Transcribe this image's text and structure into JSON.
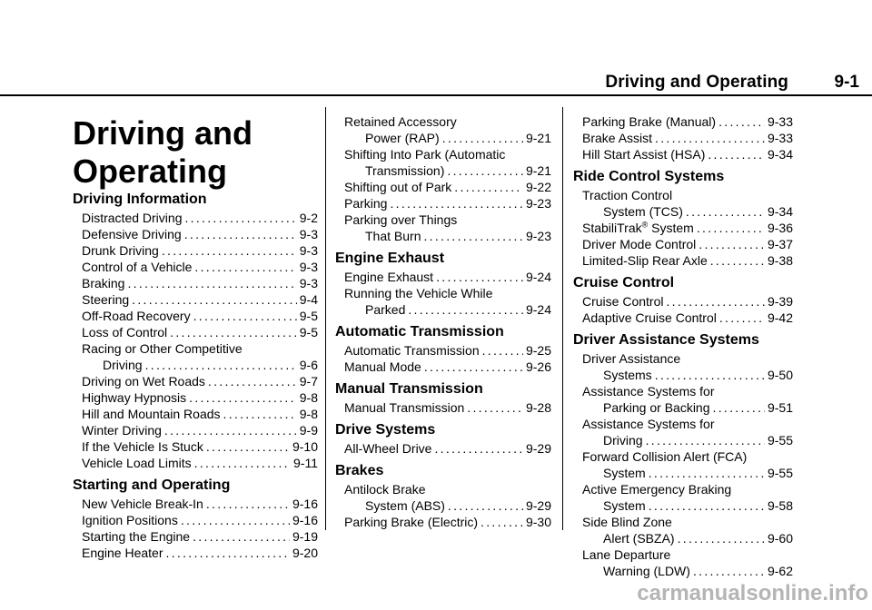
{
  "header": {
    "title": "Driving and Operating",
    "page": "9-1"
  },
  "chapter_title": [
    "Driving and",
    "Operating"
  ],
  "columns": [
    [
      {
        "heading": "Driving Information",
        "entries": [
          {
            "text": "Distracted Driving",
            "page": "9-2"
          },
          {
            "text": "Defensive Driving",
            "page": "9-3"
          },
          {
            "text": "Drunk Driving",
            "page": "9-3"
          },
          {
            "text": "Control of a Vehicle",
            "page": "9-3"
          },
          {
            "text": "Braking",
            "page": "9-3"
          },
          {
            "text": "Steering",
            "page": "9-4"
          },
          {
            "text": "Off-Road Recovery",
            "page": "9-5"
          },
          {
            "text": "Loss of Control",
            "page": "9-5"
          },
          {
            "pre": "Racing or Other Competitive",
            "text": "Driving",
            "page": "9-6"
          },
          {
            "text": "Driving on Wet Roads",
            "page": "9-7"
          },
          {
            "text": "Highway Hypnosis",
            "page": "9-8"
          },
          {
            "text": "Hill and Mountain Roads",
            "page": "9-8"
          },
          {
            "text": "Winter Driving",
            "page": "9-9"
          },
          {
            "text": "If the Vehicle Is Stuck",
            "page": "9-10"
          },
          {
            "text": "Vehicle Load Limits",
            "page": "9-11"
          }
        ]
      },
      {
        "heading": "Starting and Operating",
        "entries": [
          {
            "text": "New Vehicle Break-In",
            "page": "9-16"
          },
          {
            "text": "Ignition Positions",
            "page": "9-16"
          },
          {
            "text": "Starting the Engine",
            "page": "9-19"
          },
          {
            "text": "Engine Heater",
            "page": "9-20"
          }
        ]
      }
    ],
    [
      {
        "heading": "",
        "entries": [
          {
            "pre": "Retained Accessory",
            "text": "Power (RAP)",
            "page": "9-21"
          },
          {
            "pre": "Shifting Into Park (Automatic",
            "text": "Transmission)",
            "page": "9-21"
          },
          {
            "text": "Shifting out of Park",
            "page": "9-22"
          },
          {
            "text": "Parking",
            "page": "9-23"
          },
          {
            "pre": "Parking over Things",
            "text": "That Burn",
            "page": "9-23"
          }
        ]
      },
      {
        "heading": "Engine Exhaust",
        "entries": [
          {
            "text": "Engine Exhaust",
            "page": "9-24"
          },
          {
            "pre": "Running the Vehicle While",
            "text": "Parked",
            "page": "9-24"
          }
        ]
      },
      {
        "heading": "Automatic Transmission",
        "entries": [
          {
            "text": "Automatic Transmission",
            "page": "9-25"
          },
          {
            "text": "Manual Mode",
            "page": "9-26"
          }
        ]
      },
      {
        "heading": "Manual Transmission",
        "entries": [
          {
            "text": "Manual Transmission",
            "page": "9-28"
          }
        ]
      },
      {
        "heading": "Drive Systems",
        "entries": [
          {
            "text": "All-Wheel Drive",
            "page": "9-29"
          }
        ]
      },
      {
        "heading": "Brakes",
        "entries": [
          {
            "pre": "Antilock Brake",
            "text": "System (ABS)",
            "page": "9-29"
          },
          {
            "text": "Parking Brake (Electric)",
            "page": "9-30"
          }
        ]
      }
    ],
    [
      {
        "heading": "",
        "entries": [
          {
            "text": "Parking Brake (Manual)",
            "page": "9-33"
          },
          {
            "text": "Brake Assist",
            "page": "9-33"
          },
          {
            "text": "Hill Start Assist (HSA)",
            "page": "9-34"
          }
        ]
      },
      {
        "heading": "Ride Control Systems",
        "entries": [
          {
            "pre": "Traction Control",
            "text": "System (TCS)",
            "page": "9-34"
          },
          {
            "text": "StabiliTrak",
            "sup": "®",
            "text_after": " System",
            "page": "9-36"
          },
          {
            "text": "Driver Mode Control",
            "page": "9-37"
          },
          {
            "text": "Limited-Slip Rear Axle",
            "page": "9-38"
          }
        ]
      },
      {
        "heading": "Cruise Control",
        "entries": [
          {
            "text": "Cruise Control",
            "page": "9-39"
          },
          {
            "text": "Adaptive Cruise Control",
            "page": "9-42"
          }
        ]
      },
      {
        "heading": "Driver Assistance Systems",
        "entries": [
          {
            "pre": "Driver Assistance",
            "text": "Systems",
            "page": "9-50"
          },
          {
            "pre": "Assistance Systems for",
            "text": "Parking or Backing",
            "page": "9-51"
          },
          {
            "pre": "Assistance Systems for",
            "text": "Driving",
            "page": "9-55"
          },
          {
            "pre": "Forward Collision Alert (FCA)",
            "text": "System",
            "page": "9-55"
          },
          {
            "pre": "Active Emergency Braking",
            "text": "System",
            "page": "9-58"
          },
          {
            "pre": "Side Blind Zone",
            "text": "Alert (SBZA)",
            "page": "9-60"
          },
          {
            "pre": "Lane Departure",
            "text": "Warning (LDW)",
            "page": "9-62"
          }
        ]
      }
    ]
  ],
  "watermark": "carmanualsonline.info"
}
